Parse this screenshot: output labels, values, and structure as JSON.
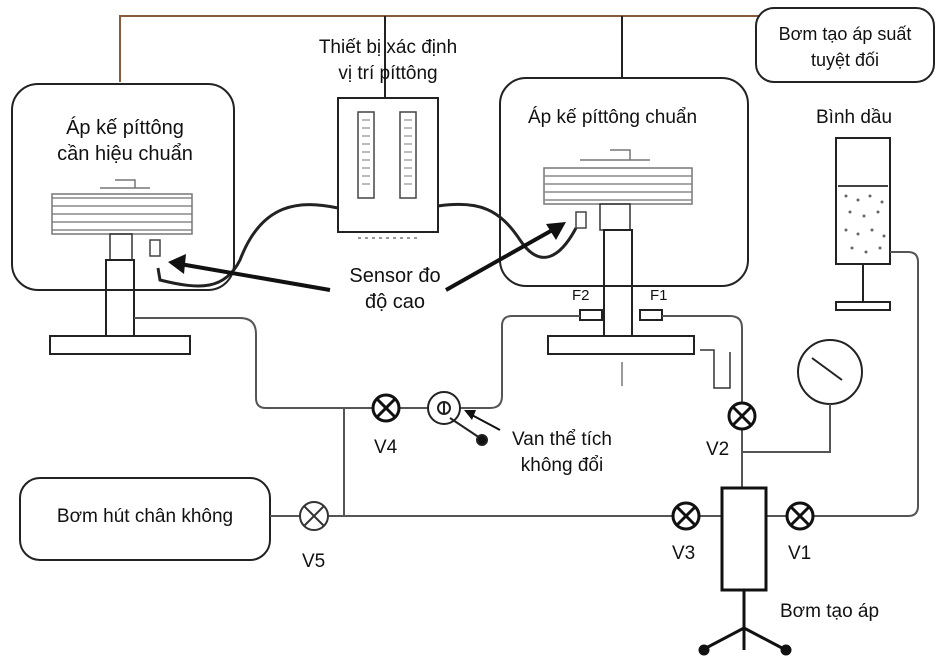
{
  "labels": {
    "piston_to_calibrate_line1": "Áp kế píttông",
    "piston_to_calibrate_line2": "cần hiệu chuẩn",
    "position_device_line1": "Thiết bị xác định",
    "position_device_line2": "vị trí píttông",
    "reference_piston": "Áp kế píttông chuẩn",
    "absolute_pump_line1": "Bơm tạo áp suất",
    "absolute_pump_line2": "tuyệt đối",
    "oil_tank": "Bình dầu",
    "height_sensor_line1": "Sensor đo",
    "height_sensor_line2": "độ cao",
    "constant_volume_valve_line1": "Van thể tích",
    "constant_volume_valve_line2": "không đổi",
    "vacuum_pump": "Bơm hút chân không",
    "pressure_pump": "Bơm tạo áp",
    "f1": "F1",
    "f2": "F2"
  },
  "valves": {
    "v1": "V1",
    "v2": "V2",
    "v3": "V3",
    "v4": "V4",
    "v5": "V5"
  },
  "colors": {
    "line": "#222222",
    "pipe": "#555555",
    "wire_brown": "#8a5a3c",
    "oil": "#666666"
  }
}
